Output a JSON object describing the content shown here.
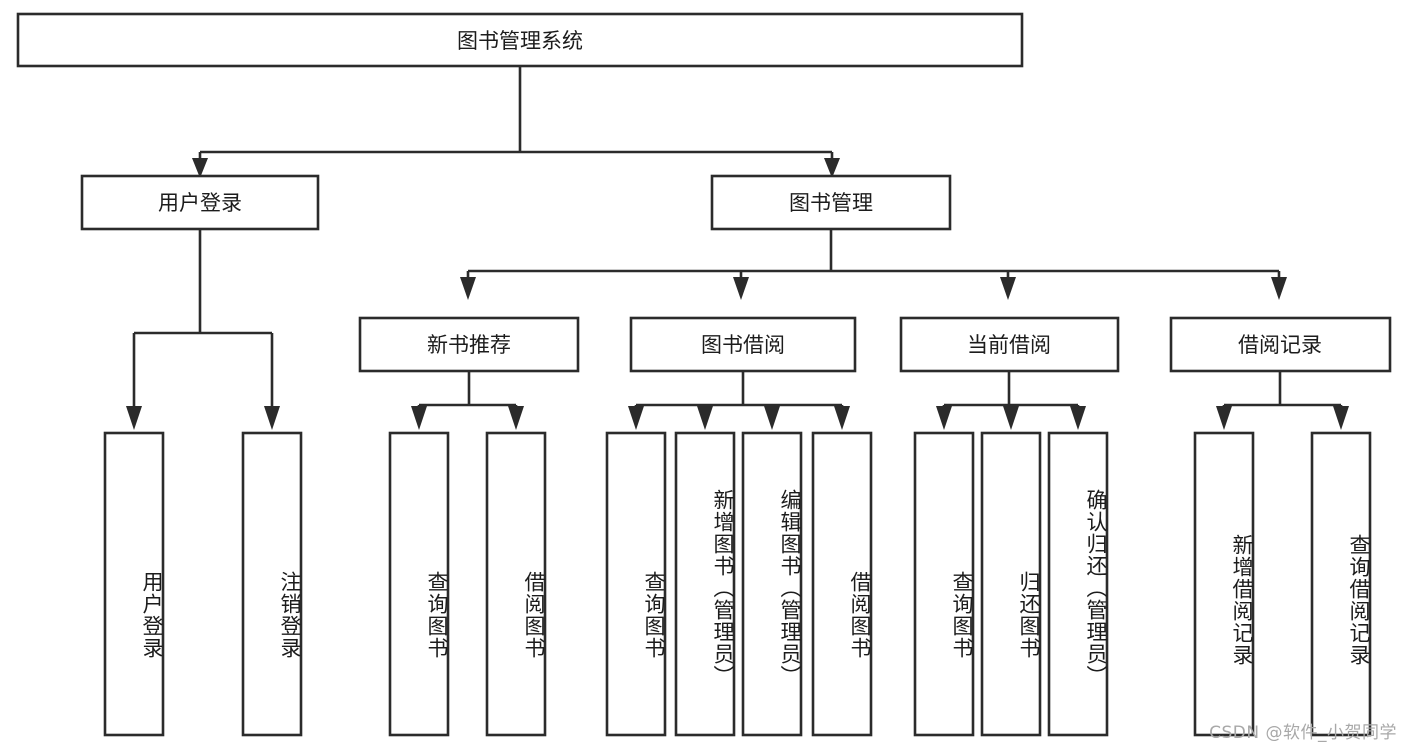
{
  "diagram": {
    "type": "tree",
    "title": "图书管理系统",
    "orientation": "top-down",
    "style": {
      "box_fill": "#ffffff",
      "box_stroke": "#2b2b2b",
      "text_color": "#1c1c1c",
      "background": "#ffffff",
      "watermark_color": "#a8a8a8"
    },
    "root": {
      "label": "图书管理系统"
    },
    "level2": [
      {
        "label": "用户登录"
      },
      {
        "label": "图书管理"
      }
    ],
    "level3": [
      {
        "label": "新书推荐"
      },
      {
        "label": "图书借阅"
      },
      {
        "label": "当前借阅"
      },
      {
        "label": "借阅记录"
      }
    ],
    "leaves": {
      "user_login": [
        {
          "label": "用户登录"
        },
        {
          "label": "注销登录"
        }
      ],
      "new_book_recommend": [
        {
          "label": "查询图书"
        },
        {
          "label": "借阅图书"
        }
      ],
      "book_borrow": [
        {
          "label": "查询图书"
        },
        {
          "label": "新增图书（管理员）"
        },
        {
          "label": "编辑图书（管理员）"
        },
        {
          "label": "借阅图书"
        }
      ],
      "current_borrow": [
        {
          "label": "查询图书"
        },
        {
          "label": "归还图书"
        },
        {
          "label": "确认归还（管理员）"
        }
      ],
      "borrow_record": [
        {
          "label": "新增借阅记录"
        },
        {
          "label": "查询借阅记录"
        }
      ]
    }
  },
  "watermark": {
    "text": "CSDN @软件_小贺同学"
  }
}
